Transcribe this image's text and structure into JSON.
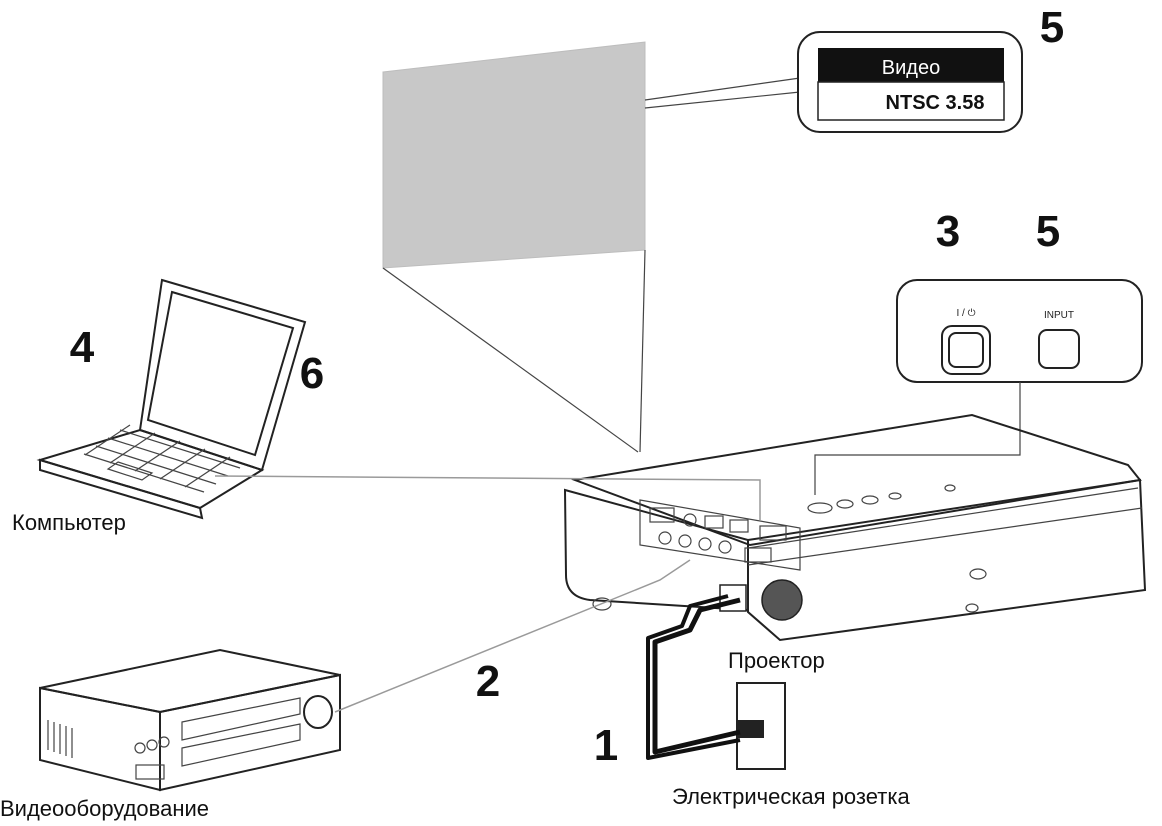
{
  "steps": {
    "osd_step": "5",
    "power_step": "3",
    "input_step": "5",
    "computer_step": "4",
    "computer_step_alt": "6",
    "video_cable_step": "2",
    "power_cable_step": "1"
  },
  "osd": {
    "title": "Видео",
    "value": "NTSC 3.58"
  },
  "control_panel": {
    "power_label": "I / ⏻",
    "input_label": "INPUT"
  },
  "captions": {
    "computer": "Компьютер",
    "projector": "Проектор",
    "video_equipment": "Видеооборудование",
    "wall_outlet": "Электрическая розетка"
  },
  "colors": {
    "screen_fill": "#c8c8c8",
    "outline": "#222222",
    "osd_bar": "#111111"
  }
}
